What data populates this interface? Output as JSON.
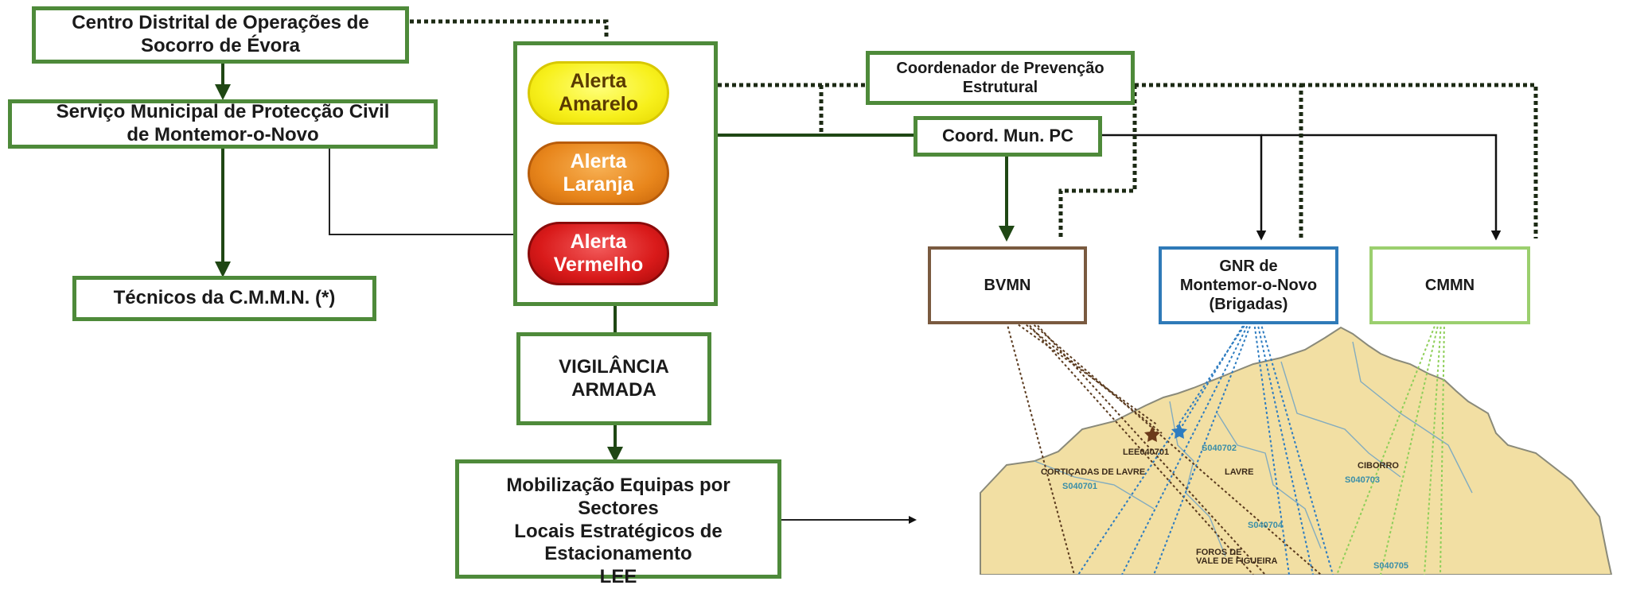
{
  "nodes": {
    "cdos": "Centro Distrital de Operações de\nSocorro de Évora",
    "smpc": "Serviço Municipal de Protecção Civil\nde Montemor-o-Novo",
    "tecnicos": "Técnicos da C.M.M.N. (*)",
    "alert_yellow": "Alerta\nAmarelo",
    "alert_orange": "Alerta\nLaranja",
    "alert_red": "Alerta\nVermelho",
    "vigilancia": "VIGILÂNCIA\nARMADA",
    "mobilizacao": "Mobilização Equipas por\nSectores\nLocais Estratégicos de\nEstacionamento\nLEE",
    "coord_prev": "Coordenador de Prevenção\nEstrutural",
    "coord_mun": "Coord. Mun. PC",
    "bvmn": "BVMN",
    "gnr": "GNR de\nMontemor-o-Novo\n(Brigadas)",
    "cmmn": "CMMN"
  },
  "colors": {
    "dark_green": "#2d5a1e",
    "box_green": "#4e8a3a",
    "bvmn_border": "#7a5a40",
    "gnr_border": "#2f7ab8",
    "cmmn_border": "#9bcf6e",
    "map_fill": "#f2dfa3",
    "yellow": "#f7f01c",
    "orange": "#e8861c",
    "red": "#d91a1a",
    "brown_lines": "#5a3a1e",
    "blue_lines": "#2e7cc0",
    "green_lines": "#8fcf5a"
  },
  "map": {
    "labels": {
      "lee": "LEE040701",
      "s040702": "S040702",
      "cortecadas": "CORTIÇADAS DE LAVRE",
      "lavre": "LAVRE",
      "s040701": "S040701",
      "ciborro": "CIBORRO",
      "s040703": "S040703",
      "s040704": "S040704",
      "foros": "FOROS DE\nVALE DE FIGUEIRA",
      "s040705": "S040705"
    }
  }
}
